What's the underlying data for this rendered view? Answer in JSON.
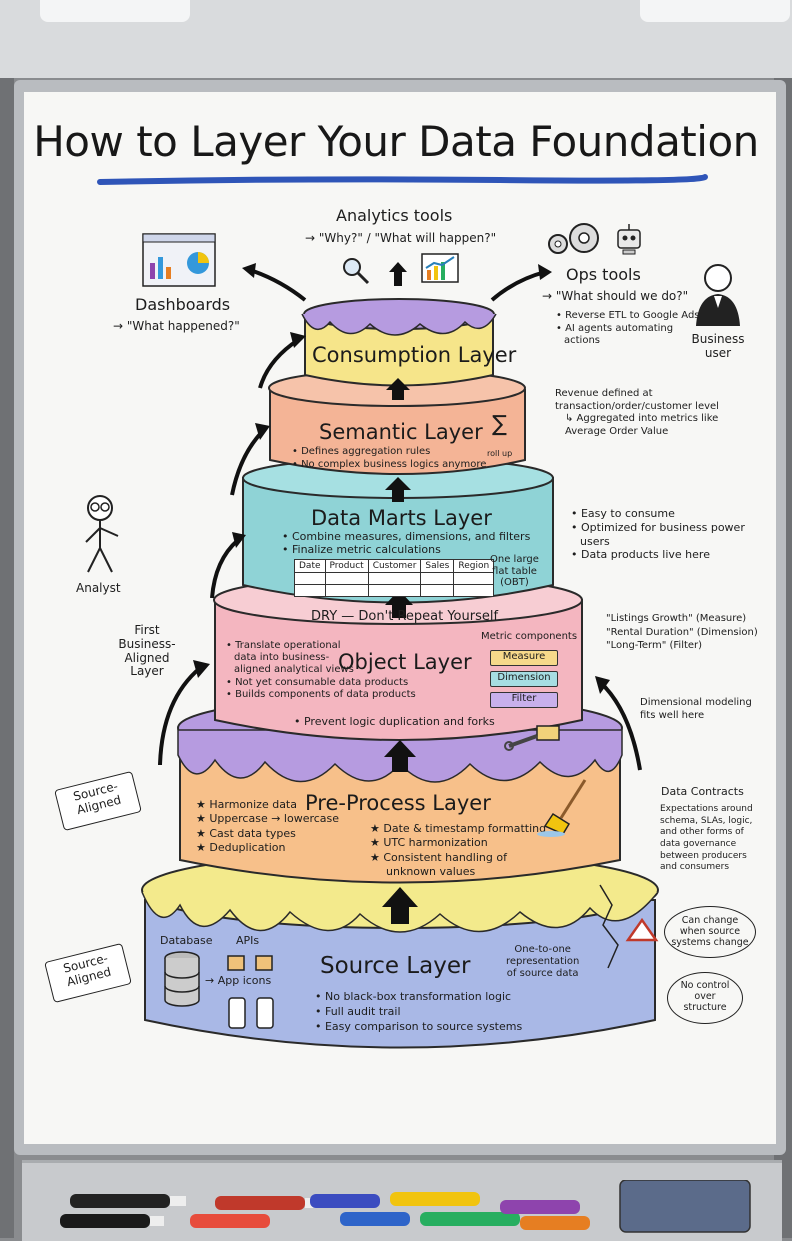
{
  "title": "How to Layer Your Data Foundation",
  "analytics": {
    "label": "Analytics tools",
    "question": "→ \"Why?\" / \"What will happen?\""
  },
  "dashboards": {
    "label": "Dashboards",
    "question": "→ \"What happened?\""
  },
  "ops": {
    "label": "Ops tools",
    "question": "→ \"What should we do?\"",
    "bullets": [
      "• Reverse ETL to Google Ads",
      "• AI agents automating",
      "actions"
    ]
  },
  "business_user": {
    "line1": "Business",
    "line2": "user"
  },
  "analyst": "Analyst",
  "layers": {
    "consumption": "Consumption Layer",
    "semantic": {
      "title": "Semantic Layer",
      "bullets": [
        "• Defines aggregation rules",
        "• No complex business logics anymore"
      ],
      "rollup": "roll up"
    },
    "datamarts": {
      "title": "Data Marts Layer",
      "bullets": [
        "• Combine measures, dimensions, and filters",
        "• Finalize metric calculations"
      ],
      "table_headers": [
        "Date",
        "Product",
        "Customer",
        "Sales",
        "Region"
      ],
      "obt_note": [
        "One large",
        "flat table",
        "(OBT)"
      ]
    },
    "object": {
      "dry": "DRY — Don't Repeat Yourself",
      "title": "Object Layer",
      "bullets": [
        "• Translate operational",
        "data into business-",
        "aligned analytical views",
        "• Not yet consumable data products",
        "• Builds components of data products"
      ],
      "metric_components": "Metric components",
      "chips": [
        "Measure",
        "Dimension",
        "Filter"
      ],
      "bottom": "• Prevent logic duplication and forks"
    },
    "preprocess": {
      "title": "Pre-Process Layer",
      "left": [
        "★ Harmonize data",
        "★ Uppercase → lowercase",
        "★ Cast data types",
        "★ Deduplication"
      ],
      "right": [
        "★ Date & timestamp formatting",
        "★ UTC harmonization",
        "★ Consistent handling of",
        "unknown values"
      ]
    },
    "source": {
      "title": "Source Layer",
      "bullets": [
        "• No black-box transformation logic",
        "• Full audit trail",
        "• Easy comparison to source systems"
      ],
      "database": "Database",
      "apis": "APIs",
      "app_icons": "→ App icons"
    }
  },
  "notes": {
    "revenue": [
      "Revenue defined at",
      "transaction/order/customer level",
      "↳ Aggregated into metrics like",
      "Average Order Value"
    ],
    "easy": [
      "• Easy to consume",
      "• Optimized for business power",
      "users",
      "• Data products live here"
    ],
    "metrics_examples": [
      "\"Listings Growth\" (Measure)",
      "\"Rental Duration\" (Dimension)",
      "\"Long-Term\" (Filter)"
    ],
    "dimensional": [
      "Dimensional modeling",
      "fits well here"
    ],
    "first_business": [
      "First",
      "Business-",
      "Aligned",
      "Layer"
    ],
    "data_contracts": {
      "title": "Data Contracts",
      "lines": [
        "Expectations around",
        "schema, SLAs, logic,",
        "and other forms of",
        "data governance",
        "between producers",
        "and consumers"
      ]
    },
    "one_to_one": [
      "One-to-one",
      "representation",
      "of source data"
    ],
    "can_change": [
      "Can change",
      "when source",
      "systems change"
    ],
    "no_control": [
      "No control",
      "over",
      "structure"
    ],
    "source_aligned_1": [
      "Source-",
      "Aligned"
    ],
    "source_aligned_2": [
      "Source-",
      "Aligned"
    ]
  },
  "colors": {
    "consumption": "#f6e58a",
    "semantic": "#f4b496",
    "datamarts": "#8fd3d6",
    "object": "#f4b6c0",
    "preprocess": "#f7c08a",
    "source": "#a9b8e6",
    "purple_drip": "#b69be0",
    "yellow_drip": "#f3ea8c",
    "underline": "#2f55b8"
  }
}
